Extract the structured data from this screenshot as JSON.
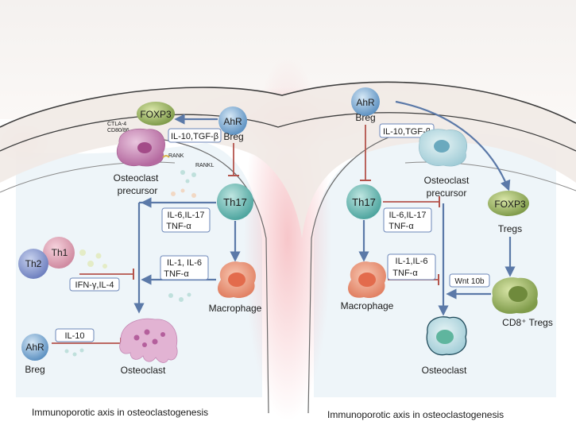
{
  "left_panel": {
    "foxp3": "FOXP3",
    "ctla4": "CTLA-4",
    "cd80": "CD80/86",
    "ahr": "AhR",
    "breg": "Breg",
    "il10_tgfb": "IL-10,TGF-β",
    "rank": "RANK",
    "rankl": "RANKL",
    "osteoclast_precursor_l1": "Osteoclast",
    "osteoclast_precursor_l2": "precursor",
    "th17": "Th17",
    "il6_il17": "IL-6,IL-17",
    "tnfa_1": "TNF-α",
    "th1": "Th1",
    "th2": "Th2",
    "ifng_il4": "IFN-γ,IL-4",
    "il1_il6": "IL-1, IL-6",
    "tnfa_2": "TNF-α",
    "macrophage": "Macrophage",
    "ahr_bottom": "AhR",
    "breg_bottom": "Breg",
    "il10": "IL-10",
    "osteoclast": "Osteoclast",
    "caption": "Immunoporotic axis in osteoclastogenesis"
  },
  "right_panel": {
    "ahr": "AhR",
    "breg": "Breg",
    "il10_tgfb": "IL-10,TGF-β",
    "osteoclast_precursor_l1": "Osteoclast",
    "osteoclast_precursor_l2": "precursor",
    "th17": "Th17",
    "il6_il17": "IL-6,IL-17",
    "tnfa_1": "TNF-α",
    "foxp3": "FOXP3",
    "tregs": "Tregs",
    "il1_il6": "IL-1,IL-6",
    "tnfa_2": "TNF-α",
    "macrophage": "Macrophage",
    "wnt10b": "Wnt 10b",
    "cd8_tregs": "CD8⁺ Tregs",
    "osteoclast": "Osteoclast",
    "caption": "Immunoporotic axis in osteoclastogenesis"
  },
  "colors": {
    "activation_arrow": "#5b79a8",
    "inhibition_line": "#b4544c",
    "box_border": "#6b86b8",
    "cell_teal": "#5fb3ad",
    "cell_blue": "#6fa0c8",
    "cell_green": "#8fa75a",
    "cell_macrophage": "#e98a6c",
    "cell_osteoclast": "#d58bb8"
  }
}
